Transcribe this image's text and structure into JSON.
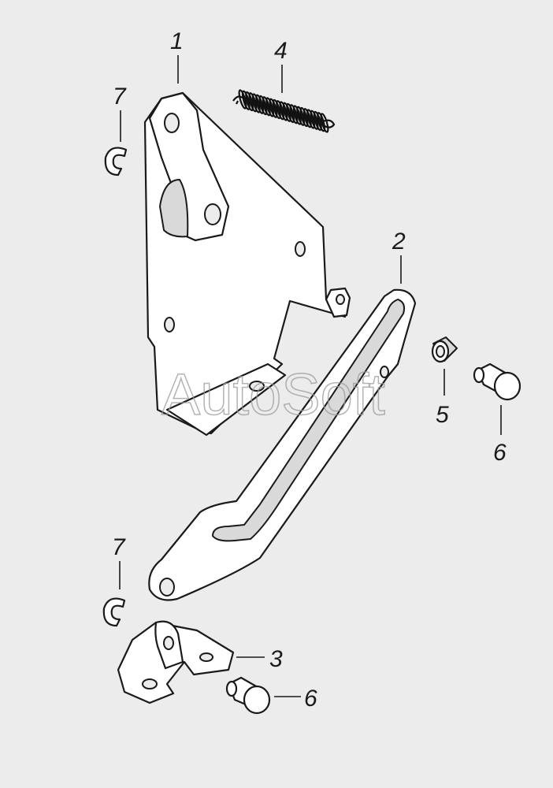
{
  "watermark": "AutoSoft",
  "callouts": {
    "c1": "1",
    "c2": "2",
    "c3": "3",
    "c4": "4",
    "c5": "5",
    "c6a": "6",
    "c6b": "6",
    "c7a": "7",
    "c7b": "7"
  },
  "colors": {
    "background": "#ececec",
    "line": "#1a1a1a"
  }
}
